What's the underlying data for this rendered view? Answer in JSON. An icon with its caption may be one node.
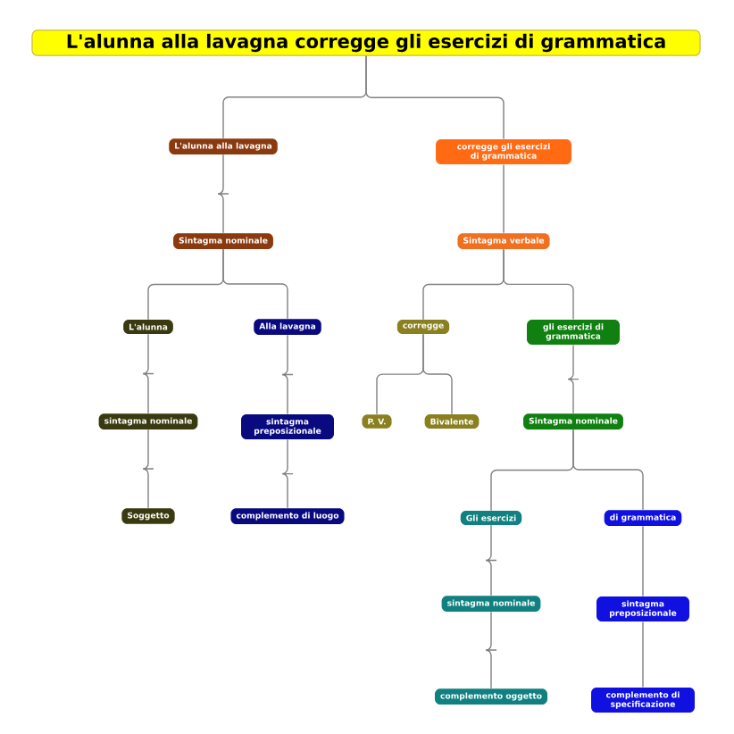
{
  "diagram": {
    "nodes": [
      {
        "text": [
          "L'alunna alla lavagna corregge gli esercizi di grammatica"
        ]
      },
      {
        "text": [
          "L'alunna alla lavagna"
        ]
      },
      {
        "text": [
          "corregge gli esercizi di grammatica"
        ]
      },
      {
        "text": [
          "Sintagma nominale"
        ]
      },
      {
        "text": [
          "Sintagma verbale"
        ]
      },
      {
        "text": [
          "L'alunna"
        ]
      },
      {
        "text": [
          "Alla lavagna"
        ]
      },
      {
        "text": [
          "corregge"
        ]
      },
      {
        "text": [
          "gli esercizi di grammatica"
        ]
      },
      {
        "text": [
          "sintagma nominale"
        ]
      },
      {
        "text": [
          "sintagma preposizionale"
        ]
      },
      {
        "text": [
          "P. V."
        ]
      },
      {
        "text": [
          "Bivalente"
        ]
      },
      {
        "text": [
          "Sintagma nominale"
        ]
      },
      {
        "text": [
          "Soggetto"
        ]
      },
      {
        "text": [
          "complemento di luogo"
        ]
      },
      {
        "text": [
          "Gli esercizi"
        ]
      },
      {
        "text": [
          "di grammatica"
        ]
      },
      {
        "text": [
          "sintagma nominale"
        ]
      },
      {
        "text": [
          "sintagma preposizionale"
        ]
      },
      {
        "text": [
          "complemento oggetto"
        ]
      },
      {
        "text": [
          "complemento di specificazione"
        ]
      }
    ],
    "edges": [
      {
        "from": 0,
        "to": 1,
        "arrow": "none"
      },
      {
        "from": 0,
        "to": 2,
        "arrow": "none"
      },
      {
        "from": 1,
        "to": 3,
        "arrow": "none"
      },
      {
        "from": 2,
        "to": 4,
        "arrow": "none"
      },
      {
        "from": 3,
        "to": 5,
        "arrow": "none"
      },
      {
        "from": 3,
        "to": 6,
        "arrow": "none"
      },
      {
        "from": 4,
        "to": 7,
        "arrow": "none"
      },
      {
        "from": 4,
        "to": 8,
        "arrow": "none"
      },
      {
        "from": 5,
        "to": 9,
        "arrow": "none"
      },
      {
        "from": 6,
        "to": 10,
        "arrow": "none"
      },
      {
        "from": 7,
        "to": 11,
        "arrow": "none"
      },
      {
        "from": 7,
        "to": 12,
        "arrow": "none"
      },
      {
        "from": 8,
        "to": 13,
        "arrow": "none"
      },
      {
        "from": 9,
        "to": 14,
        "arrow": "none"
      },
      {
        "from": 10,
        "to": 15,
        "arrow": "none"
      },
      {
        "from": 13,
        "to": 16,
        "arrow": "none"
      },
      {
        "from": 13,
        "to": 17,
        "arrow": "none"
      },
      {
        "from": 16,
        "to": 18,
        "arrow": "none"
      },
      {
        "from": 17,
        "to": 19,
        "arrow": "none"
      },
      {
        "from": 18,
        "to": 20,
        "arrow": "none"
      },
      {
        "from": 19,
        "to": 21,
        "arrow": "none"
      }
    ]
  }
}
